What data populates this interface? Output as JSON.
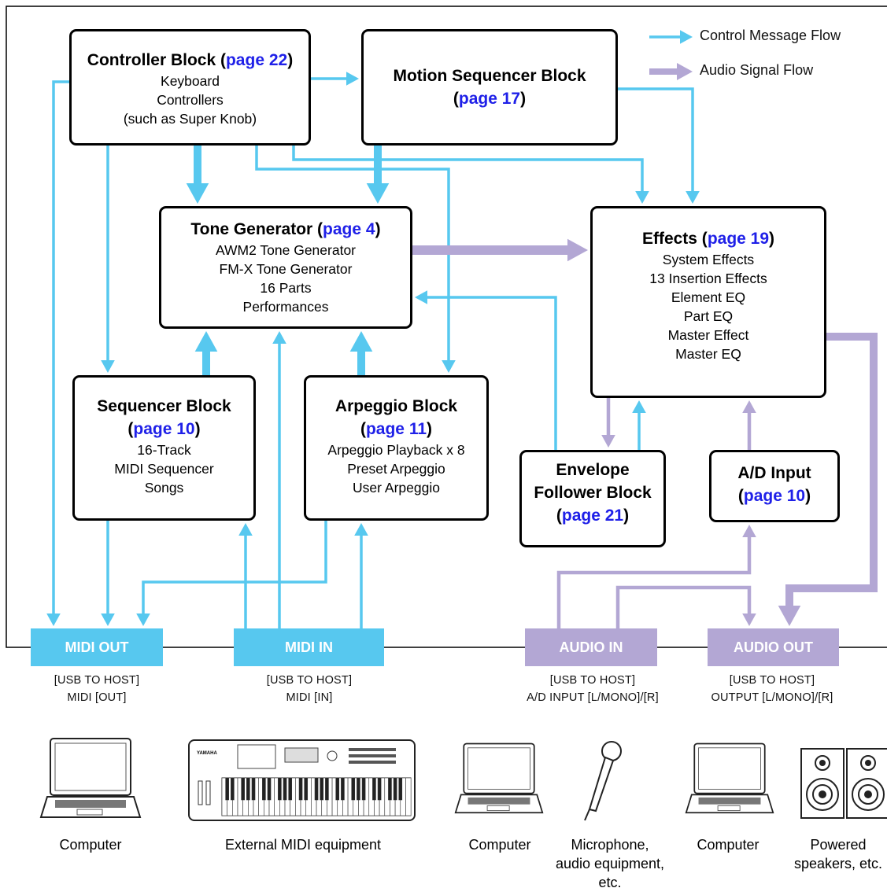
{
  "legend": {
    "control": "Control Message Flow",
    "audio": "Audio Signal Flow"
  },
  "colors": {
    "control": "#57c8ef",
    "audio": "#b3a7d4",
    "page_link": "#1f20e8"
  },
  "blocks": {
    "controller": {
      "title": "Controller Block (",
      "page": "page 22",
      "close": ")",
      "lines": [
        "Keyboard",
        "Controllers",
        "(such as Super Knob)"
      ]
    },
    "motion": {
      "title": "Motion Sequencer Block",
      "open": "(",
      "page": "page 17",
      "close": ")"
    },
    "tone": {
      "title": "Tone Generator (",
      "page": "page 4",
      "close": ")",
      "lines": [
        "AWM2 Tone Generator",
        "FM-X Tone Generator",
        "16 Parts",
        "Performances"
      ]
    },
    "effects": {
      "title": "Effects (",
      "page": "page 19",
      "close": ")",
      "lines": [
        "System Effects",
        "13 Insertion Effects",
        "Element EQ",
        "Part EQ",
        "Master Effect",
        "Master EQ"
      ]
    },
    "sequencer": {
      "title": "Sequencer Block",
      "open": "(",
      "page": "page 10",
      "close": ")",
      "lines": [
        "16-Track",
        "MIDI Sequencer",
        "Songs"
      ]
    },
    "arpeggio": {
      "title": "Arpeggio Block",
      "open": "(",
      "page": "page 11",
      "close": ")",
      "lines": [
        "Arpeggio Playback x 8",
        "Preset Arpeggio",
        "User Arpeggio"
      ]
    },
    "envelope": {
      "title1": "Envelope",
      "title2": "Follower Block",
      "open": "(",
      "page": "page 21",
      "close": ")"
    },
    "adinput": {
      "title": "A/D Input",
      "open": "(",
      "page": "page 10",
      "close": ")"
    }
  },
  "ports": {
    "midi_out": {
      "label": "MIDI OUT",
      "cap1": "[USB TO HOST]",
      "cap2": "MIDI [OUT]"
    },
    "midi_in": {
      "label": "MIDI IN",
      "cap1": "[USB TO HOST]",
      "cap2": "MIDI [IN]"
    },
    "audio_in": {
      "label": "AUDIO IN",
      "cap1": "[USB TO HOST]",
      "cap2": "A/D INPUT [L/MONO]/[R]"
    },
    "audio_out": {
      "label": "AUDIO OUT",
      "cap1": "[USB TO HOST]",
      "cap2": "OUTPUT [L/MONO]/[R]"
    }
  },
  "devices": {
    "computer1": "Computer",
    "external_midi": "External MIDI equipment",
    "computer2": "Computer",
    "microphone": [
      "Microphone,",
      "audio equipment,",
      "etc."
    ],
    "computer3": "Computer",
    "speakers": [
      "Powered",
      "speakers, etc."
    ],
    "keyboard_logo": "YAMAHA",
    "speaker_icon": "speaker-pair-icon",
    "laptop_icon": "laptop-icon",
    "synth_icon": "synthesizer-keyboard-icon",
    "mic_icon": "microphone-icon"
  }
}
